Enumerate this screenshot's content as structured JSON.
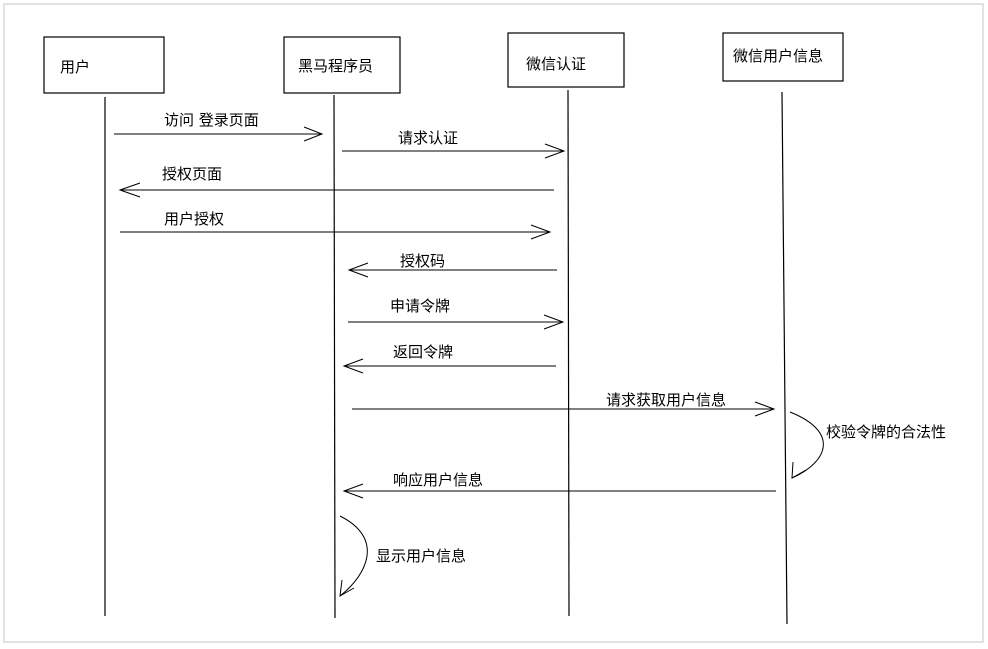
{
  "actors": [
    {
      "id": "user",
      "label": "用户"
    },
    {
      "id": "heima",
      "label": "黑马程序员"
    },
    {
      "id": "wxauth",
      "label": "微信认证"
    },
    {
      "id": "wxinfo",
      "label": "微信用户信息"
    }
  ],
  "messages": [
    {
      "from": "user",
      "to": "heima",
      "label": "访问 登录页面"
    },
    {
      "from": "heima",
      "to": "wxauth",
      "label": "请求认证"
    },
    {
      "from": "wxauth",
      "to": "user",
      "label": "授权页面"
    },
    {
      "from": "user",
      "to": "wxauth",
      "label": "用户授权"
    },
    {
      "from": "wxauth",
      "to": "heima",
      "label": "授权码"
    },
    {
      "from": "heima",
      "to": "wxauth",
      "label": "申请令牌"
    },
    {
      "from": "wxauth",
      "to": "heima",
      "label": "返回令牌"
    },
    {
      "from": "heima",
      "to": "wxinfo",
      "label": "请求获取用户信息"
    },
    {
      "from": "wxinfo",
      "to": "heima",
      "label": "响应用户信息"
    }
  ],
  "self_messages": [
    {
      "actor": "wxinfo",
      "label": "校验令牌的合法性"
    },
    {
      "actor": "heima",
      "label": "显示用户信息"
    }
  ],
  "colors": {
    "stroke": "#000000",
    "frame": "#d9d9d9",
    "background": "#ffffff"
  }
}
